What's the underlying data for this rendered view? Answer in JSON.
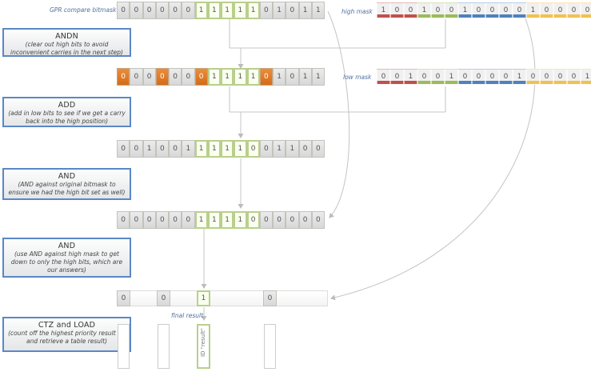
{
  "labels": {
    "gpr": "GPR compare bitmask",
    "high_mask": "high mask",
    "low_mask": "low mask",
    "final_result": "final result",
    "table_item": "ID \"result\""
  },
  "steps": [
    {
      "title": "ANDN",
      "desc": "(clear out high bits to avoid inconvenient carries in the next step)"
    },
    {
      "title": "ADD",
      "desc": "(add in low bits to see if we get a carry back into the high position)"
    },
    {
      "title": "AND",
      "desc": "(AND against original bitmask to ensure we had the high bit set as well)"
    },
    {
      "title": "AND",
      "desc": "(use AND against high mask to get down to only the high bits, which are our answers)"
    },
    {
      "title": "CTZ and LOAD",
      "desc": "(count off the highest priority result bit and retrieve a table result)"
    }
  ],
  "rows": {
    "gpr": [
      "0",
      "0",
      "0",
      "0",
      "0",
      "0",
      "1",
      "1",
      "1",
      "1",
      "1",
      "0",
      "1",
      "0",
      "1",
      "1"
    ],
    "andn": [
      "0",
      "0",
      "0",
      "0",
      "0",
      "0",
      "0",
      "1",
      "1",
      "1",
      "1",
      "0",
      "1",
      "0",
      "1",
      "1"
    ],
    "add": [
      "0",
      "0",
      "1",
      "0",
      "0",
      "1",
      "1",
      "1",
      "1",
      "1",
      "0",
      "0",
      "1",
      "1",
      "0",
      "0"
    ],
    "and1": [
      "0",
      "0",
      "0",
      "0",
      "0",
      "0",
      "1",
      "1",
      "1",
      "1",
      "0",
      "0",
      "0",
      "0",
      "0",
      "0"
    ],
    "result": [
      "0",
      "0",
      "1",
      "0"
    ]
  },
  "masks": {
    "high": [
      "1",
      "0",
      "0",
      "1",
      "0",
      "0",
      "1",
      "0",
      "0",
      "0",
      "0",
      "1",
      "0",
      "0",
      "0",
      "0"
    ],
    "low": [
      "0",
      "0",
      "1",
      "0",
      "0",
      "1",
      "0",
      "0",
      "0",
      "0",
      "1",
      "0",
      "0",
      "0",
      "0",
      "1"
    ],
    "colors": {
      "red": "#c0504d",
      "green": "#9bbb59",
      "blue": "#4f81bd",
      "yellow": "#f2c14e"
    }
  }
}
